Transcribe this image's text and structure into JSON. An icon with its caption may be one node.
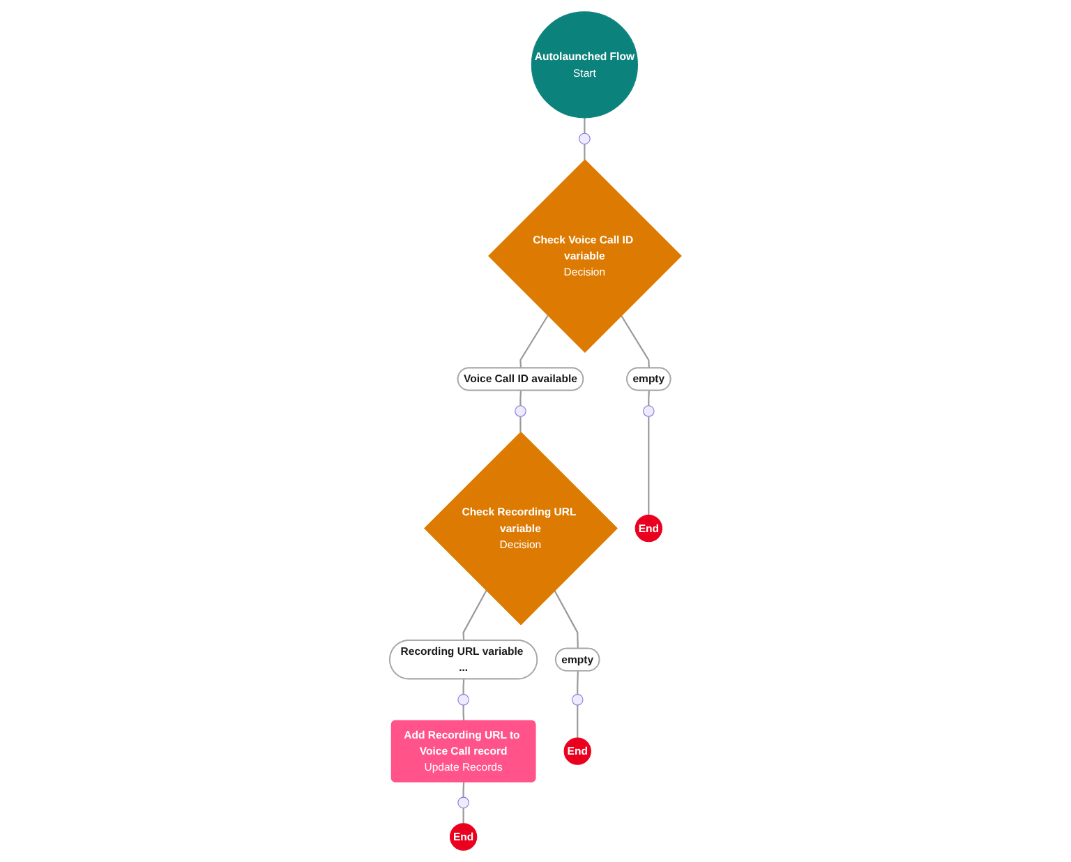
{
  "diagram": {
    "nodes": [
      {
        "text": [
          "Autolaunched Flow",
          "Start"
        ]
      },
      {
        "text": [],
        "shape": "circle"
      },
      {
        "text": [
          "Check Voice Call ID variable",
          "Decision"
        ]
      },
      {
        "text": [
          "Voice Call ID available"
        ]
      },
      {
        "text": [
          "empty"
        ]
      },
      {
        "text": [],
        "shape": "circle"
      },
      {
        "text": [],
        "shape": "circle"
      },
      {
        "text": [
          "Check Recording URL variable",
          "Decision"
        ]
      },
      {
        "text": [
          "End"
        ]
      },
      {
        "text": [
          "Recording URL variable ..."
        ]
      },
      {
        "text": [
          "empty"
        ]
      },
      {
        "text": [],
        "shape": "circle"
      },
      {
        "text": [],
        "shape": "circle"
      },
      {
        "text": [
          "Add Recording URL to Voice Call record",
          "Update Records"
        ]
      },
      {
        "text": [
          "End"
        ]
      },
      {
        "text": [],
        "shape": "circle"
      },
      {
        "text": [
          "End"
        ]
      }
    ],
    "edges": [
      {
        "from": 0,
        "to": 1,
        "arrow": "none"
      },
      {
        "from": 1,
        "to": 2,
        "arrow": "none"
      },
      {
        "from": 2,
        "to": 3,
        "arrow": "none"
      },
      {
        "from": 2,
        "to": 4,
        "arrow": "none"
      },
      {
        "from": 3,
        "to": 5,
        "arrow": "none"
      },
      {
        "from": 4,
        "to": 6,
        "arrow": "none"
      },
      {
        "from": 5,
        "to": 7,
        "arrow": "none"
      },
      {
        "from": 6,
        "to": 8,
        "arrow": "none"
      },
      {
        "from": 7,
        "to": 9,
        "arrow": "none"
      },
      {
        "from": 7,
        "to": 10,
        "arrow": "none"
      },
      {
        "from": 9,
        "to": 11,
        "arrow": "none"
      },
      {
        "from": 10,
        "to": 12,
        "arrow": "none"
      },
      {
        "from": 11,
        "to": 13,
        "arrow": "none"
      },
      {
        "from": 12,
        "to": 14,
        "arrow": "none"
      },
      {
        "from": 13,
        "to": 15,
        "arrow": "none"
      },
      {
        "from": 15,
        "to": 16,
        "arrow": "none"
      }
    ]
  }
}
